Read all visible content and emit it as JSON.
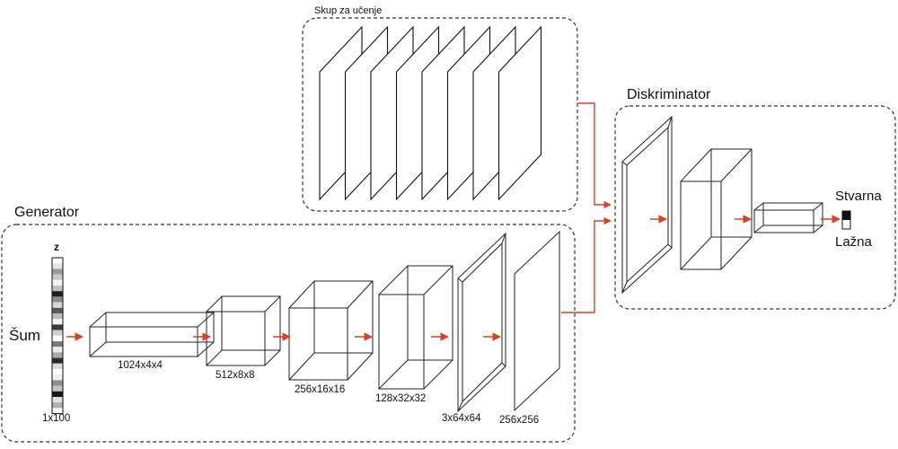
{
  "training_set": {
    "label": "Skup za učenje"
  },
  "generator": {
    "label": "Generator",
    "noise": {
      "symbol": "z",
      "label": "Šum",
      "size": "1x100"
    },
    "layers": [
      "1024x4x4",
      "512x8x8",
      "256x16x16",
      "128x32x32",
      "3x64x64"
    ],
    "output": "256x256"
  },
  "discriminator": {
    "label": "Diskriminator",
    "outputs": {
      "real": "Stvarna",
      "fake": "Lažna"
    }
  },
  "colors": {
    "arrow": "#d9412b",
    "line": "#1a1a1a",
    "border": "#333333"
  }
}
